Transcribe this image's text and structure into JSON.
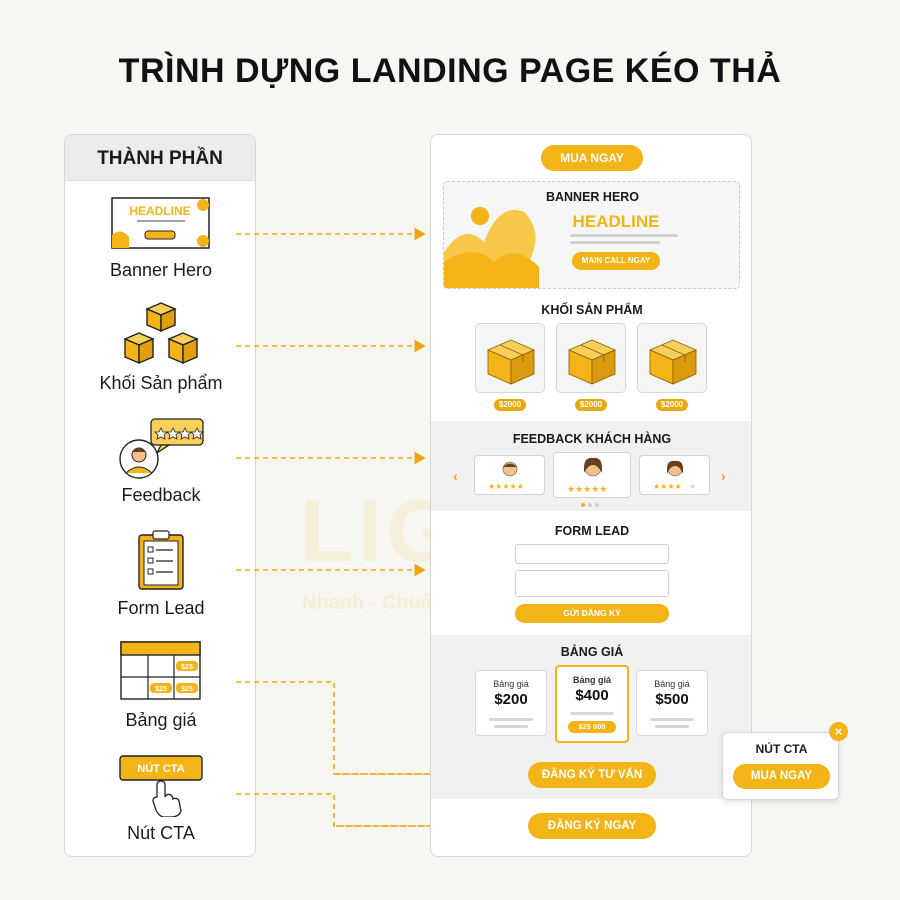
{
  "title": "TRÌNH DỰNG LANDING PAGE KÉO THẢ",
  "watermark": {
    "brand": "LIGHT",
    "tagline": "Nhanh - Chuẩn - Đẹp"
  },
  "components": {
    "heading": "THÀNH PHẦN",
    "items": [
      {
        "label": "Banner Hero",
        "icon_text": "HEADLINE"
      },
      {
        "label": "Khối Sản phẩm"
      },
      {
        "label": "Feedback"
      },
      {
        "label": "Form Lead"
      },
      {
        "label": "Bảng giá",
        "icon_prices": [
          "$25",
          "$25",
          "$25"
        ]
      },
      {
        "label": "Nút CTA",
        "icon_text": "NÚT CTA"
      }
    ]
  },
  "canvas": {
    "top_cta": "MUA NGAY",
    "hero": {
      "title": "BANNER HERO",
      "headline": "HEADLINE",
      "cta": "MAIN CALL NGAY"
    },
    "products": {
      "title": "KHỐI SẢN PHẨM",
      "prices": [
        "$2000",
        "$2000",
        "$2000"
      ]
    },
    "feedback": {
      "title": "FEEDBACK KHÁCH HÀNG",
      "ratings": [
        5,
        5,
        4
      ]
    },
    "form": {
      "title": "FORM LEAD",
      "submit": "GỬI ĐĂNG KÝ"
    },
    "pricing": {
      "title": "BẢNG GIÁ",
      "plans": [
        {
          "label": "Bảng giá",
          "price": "$200"
        },
        {
          "label": "Bảng giá",
          "price": "$400",
          "badge": "$25 000"
        },
        {
          "label": "Bảng giá",
          "price": "$500"
        }
      ]
    },
    "cta_consult": "ĐĂNG KÝ TƯ VẤN",
    "cta_register": "ĐĂNG KÝ NGAY"
  },
  "popup": {
    "title": "NÚT CTA",
    "button": "MUA NGAY",
    "close": "×"
  },
  "colors": {
    "accent": "#f2b416",
    "accent_dark": "#e29f0c",
    "panel_border": "#d7d7d7"
  }
}
